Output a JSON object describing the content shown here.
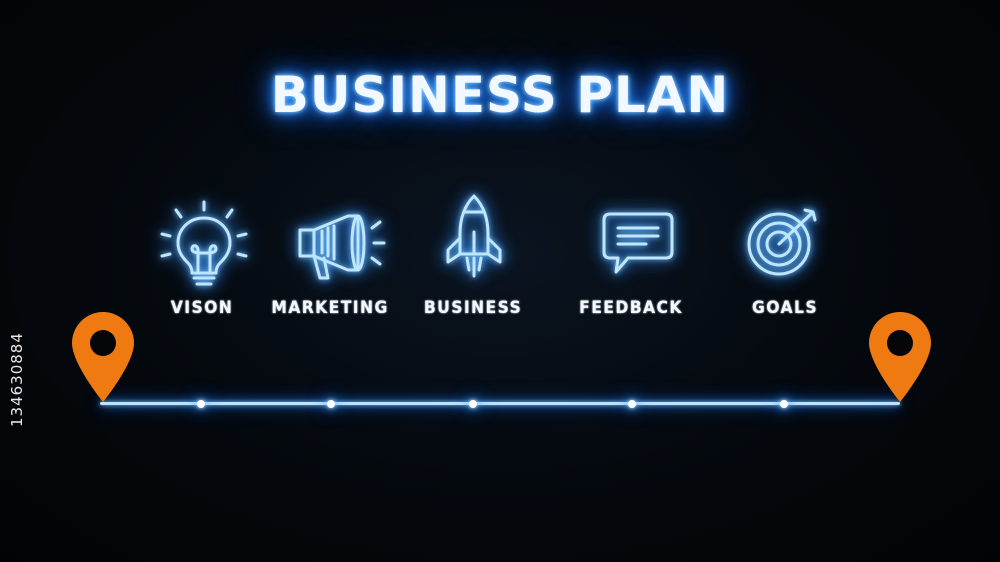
{
  "title": "BUSINESS PLAN",
  "steps": [
    {
      "label": "VISON",
      "icon": "lightbulb-icon"
    },
    {
      "label": "MARKETING",
      "icon": "megaphone-icon"
    },
    {
      "label": "BUSINESS",
      "icon": "rocket-icon"
    },
    {
      "label": "FEEDBACK",
      "icon": "chat-bubble-icon"
    },
    {
      "label": "GOALS",
      "icon": "target-icon"
    }
  ],
  "timeline": {
    "start_marker": "location-pin-icon",
    "end_marker": "location-pin-icon"
  },
  "watermark_id": "134630884",
  "colors": {
    "background": "#030508",
    "neon_blue": "#3aa0ff",
    "neon_core": "#bfe3ff",
    "pin_orange": "#f07a12",
    "text": "#f4f8ff"
  }
}
